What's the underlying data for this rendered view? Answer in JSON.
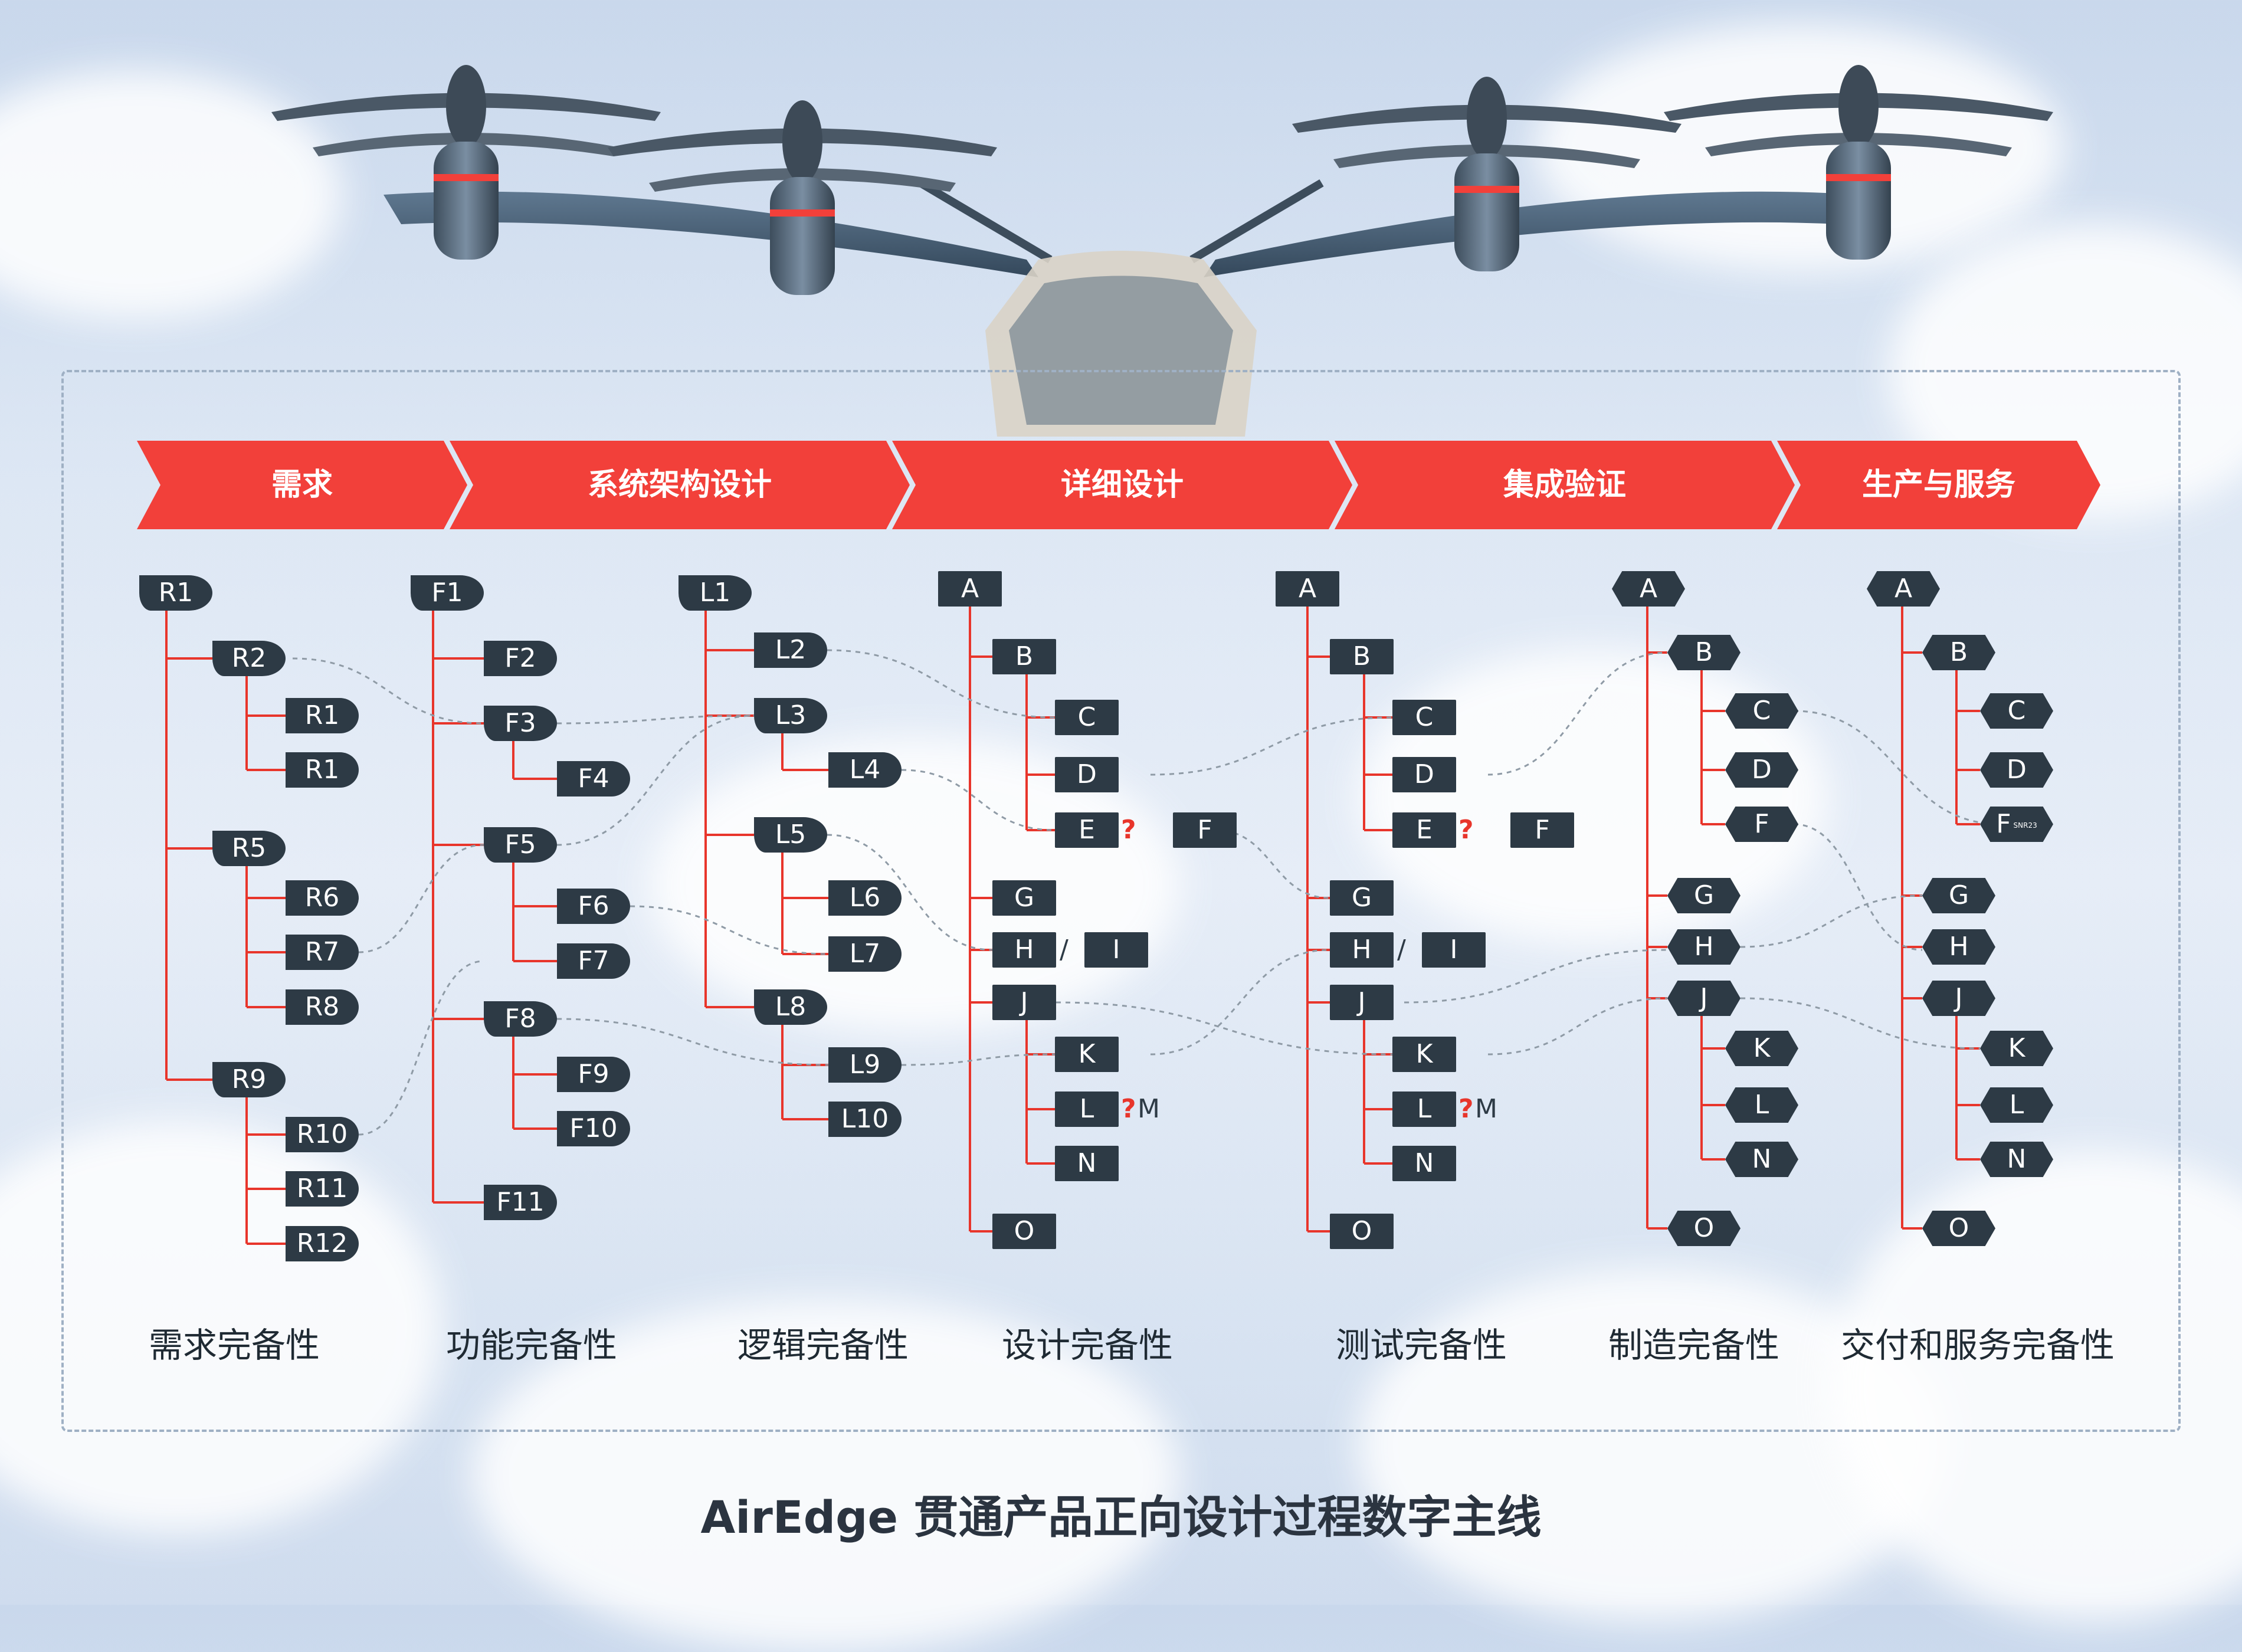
{
  "title": "AirEdge 贯通产品正向设计过程数字主线",
  "stages": [
    "需求",
    "系统架构设计",
    "详细设计",
    "集成验证",
    "生产与服务"
  ],
  "column_titles": [
    "需求完备性",
    "功能完备性",
    "逻辑完备性",
    "设计完备性",
    "测试完备性",
    "制造完备性",
    "交付和服务完备性"
  ],
  "marks": {
    "question": "?",
    "slash": "/",
    "m": "M"
  },
  "sub_label": "SNR23",
  "colors": {
    "accent": "#f2403a",
    "node": "#2d3a45",
    "tree_line": "#e8352b",
    "link": "#8f9ba6"
  },
  "columns": [
    {
      "key": "req",
      "nodes": [
        "R1",
        "R2",
        "R1",
        "R1",
        "R5",
        "R6",
        "R7",
        "R8",
        "R9",
        "R10",
        "R11",
        "R12"
      ]
    },
    {
      "key": "func",
      "nodes": [
        "F1",
        "F2",
        "F3",
        "F4",
        "F5",
        "F6",
        "F7",
        "F8",
        "F9",
        "F10",
        "F11"
      ]
    },
    {
      "key": "logic",
      "nodes": [
        "L1",
        "L2",
        "L3",
        "L4",
        "L5",
        "L6",
        "L7",
        "L8",
        "L9",
        "L10"
      ]
    },
    {
      "key": "design",
      "nodes": [
        "A",
        "B",
        "C",
        "D",
        "E",
        "F",
        "G",
        "H",
        "I",
        "J",
        "K",
        "L",
        "N",
        "O"
      ]
    },
    {
      "key": "test",
      "nodes": [
        "A",
        "B",
        "C",
        "D",
        "E",
        "F",
        "G",
        "H",
        "I",
        "J",
        "K",
        "L",
        "N",
        "O"
      ]
    },
    {
      "key": "mfg",
      "nodes": [
        "A",
        "B",
        "C",
        "D",
        "F",
        "G",
        "H",
        "J",
        "K",
        "L",
        "N",
        "O"
      ]
    },
    {
      "key": "svc",
      "nodes": [
        "A",
        "B",
        "C",
        "D",
        "F",
        "G",
        "H",
        "J",
        "K",
        "L",
        "N",
        "O"
      ]
    }
  ]
}
